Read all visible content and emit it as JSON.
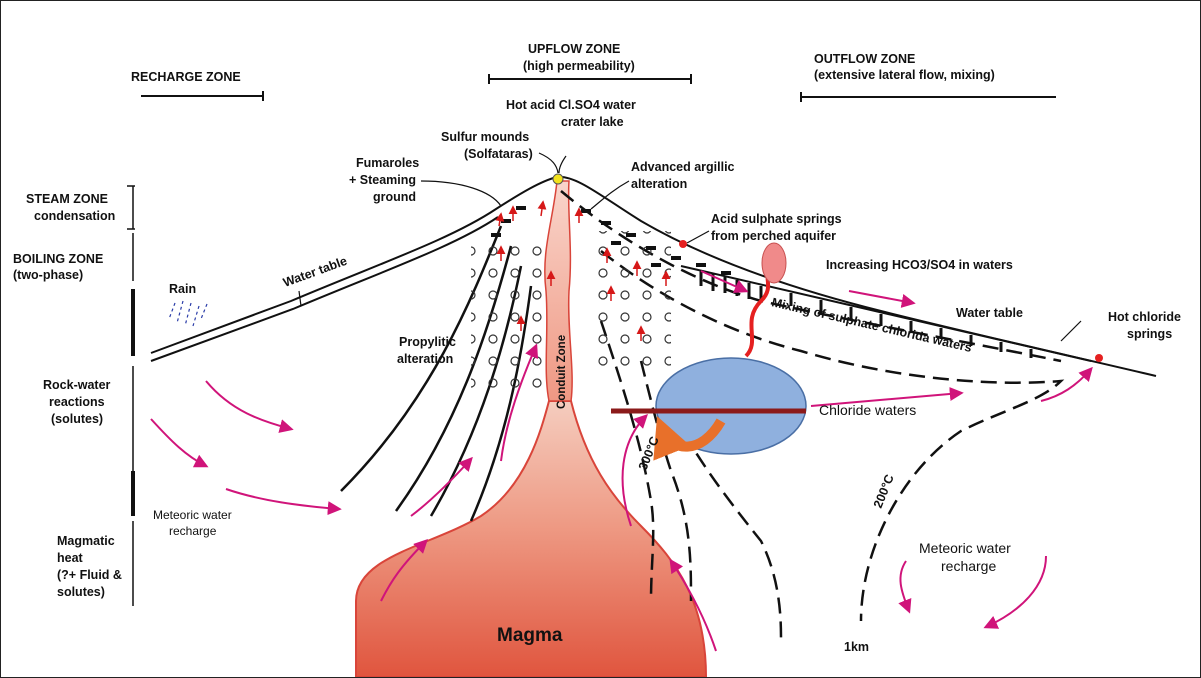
{
  "zones": {
    "recharge": "RECHARGE ZONE",
    "upflow_1": "UPFLOW ZONE",
    "upflow_2": "(high permeability)",
    "outflow_1": "OUTFLOW ZONE",
    "outflow_2": "(extensive lateral flow, mixing)"
  },
  "left_column": {
    "steam_1": "STEAM ZONE",
    "steam_2": "condensation",
    "boiling_1": "BOILING ZONE",
    "boiling_2": "(two-phase)",
    "rock_1": "Rock-water",
    "rock_2": "reactions",
    "rock_3": "(solutes)",
    "magmatic_1": "Magmatic",
    "magmatic_2": "heat",
    "magmatic_3": "(?+ Fluid &",
    "magmatic_4": "solutes)"
  },
  "labels": {
    "crater_1": "Hot acid Cl.SO4 water",
    "crater_2": "crater lake",
    "sulfur_1": "Sulfur mounds",
    "sulfur_2": "(Solfataras)",
    "fumaroles_1": "Fumaroles",
    "fumaroles_2": "+ Steaming",
    "fumaroles_3": "ground",
    "argillic_1": "Advanced argillic",
    "argillic_2": "alteration",
    "acid_springs_1": "Acid sulphate springs",
    "acid_springs_2": "from perched aquifer",
    "hco3": "Increasing HCO3/SO4 in waters",
    "water_table_left": "Water table",
    "water_table_right": "Water table",
    "hot_chloride_1": "Hot chloride",
    "hot_chloride_2": "springs",
    "rain": "Rain",
    "propylitic_1": "Propylitic",
    "propylitic_2": "alteration",
    "conduit": "Conduit Zone",
    "mixing": "Mixing of sulphate chlorida waters",
    "chloride": "Chloride waters",
    "t300": "300°C",
    "t200": "200°C",
    "meteoric_left_1": "Meteoric water",
    "meteoric_left_2": "recharge",
    "meteoric_right_1": "Meteoric water",
    "meteoric_right_2": "recharge",
    "magma": "Magma",
    "scale": "1km"
  },
  "colors": {
    "arrow": "#d0147a",
    "magma": "#e8735e",
    "reservoir": "#8fb0de",
    "bar": "#8b1a1a",
    "orange": "#e8702a"
  }
}
